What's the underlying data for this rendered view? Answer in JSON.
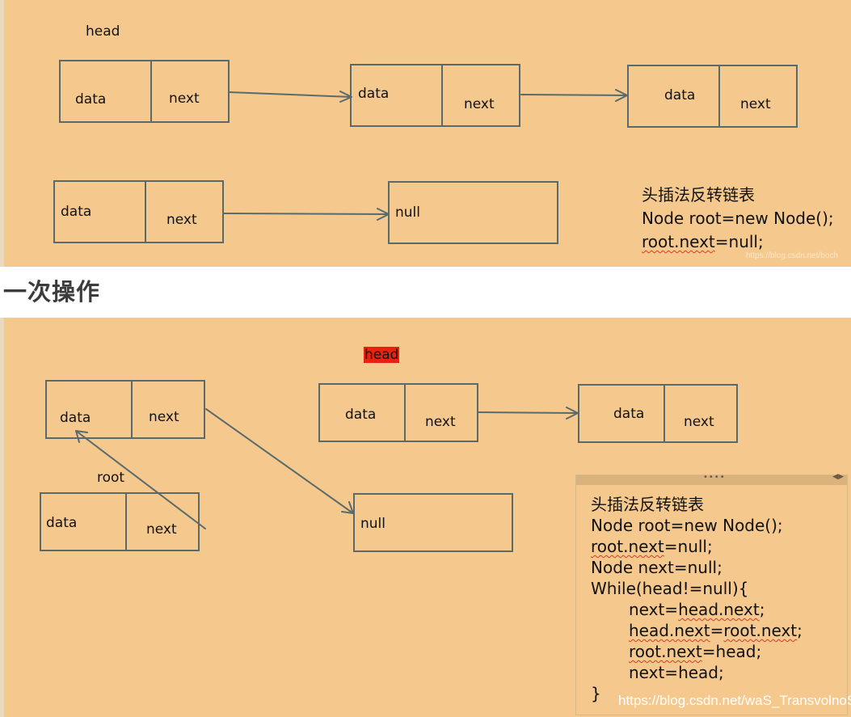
{
  "top_diagram": {
    "head_label": "head",
    "nodes": [
      {
        "data": "data",
        "next": "next"
      },
      {
        "data": "data",
        "next": "next"
      },
      {
        "data": "data",
        "next": "next"
      },
      {
        "data": "data",
        "next": "next"
      }
    ],
    "null_label": "null",
    "code": {
      "line1": "头插法反转链表",
      "line2": "Node root=new Node();",
      "line3_a": "root.next",
      "line3_b": "=null;"
    },
    "watermark": "https://blog.csdn.net/boch"
  },
  "section_title": "一次操作",
  "bottom_diagram": {
    "head_label": "head",
    "root_label": "root",
    "nodes": [
      {
        "data": "data",
        "next": "next"
      },
      {
        "data": "data",
        "next": "next"
      },
      {
        "data": "data",
        "next": "next"
      },
      {
        "data": "data",
        "next": "next"
      }
    ],
    "null_label": "null",
    "header_grip": "••••",
    "header_resize": "◀▶",
    "code": {
      "l1": "头插法反转链表",
      "l2": "Node root=new Node();",
      "l3_a": "root.next",
      "l3_b": "=null;",
      "l4": "Node next=null;",
      "l5": "While(head!=null){",
      "l6_a": "next=",
      "l6_b": "head.next",
      "l6_c": ";",
      "l7_a": "head.next",
      "l7_b": "=",
      "l7_c": "root.next",
      "l7_d": ";",
      "l8_a": "root.next",
      "l8_b": "=head;",
      "l9": "next=head;",
      "l10": "}"
    },
    "watermark": "https://blog.csdn.net/waS_TransvolnoS"
  },
  "colors": {
    "background": "#f5c98d",
    "line": "#5a6a6b",
    "highlight": "#e8220f"
  }
}
